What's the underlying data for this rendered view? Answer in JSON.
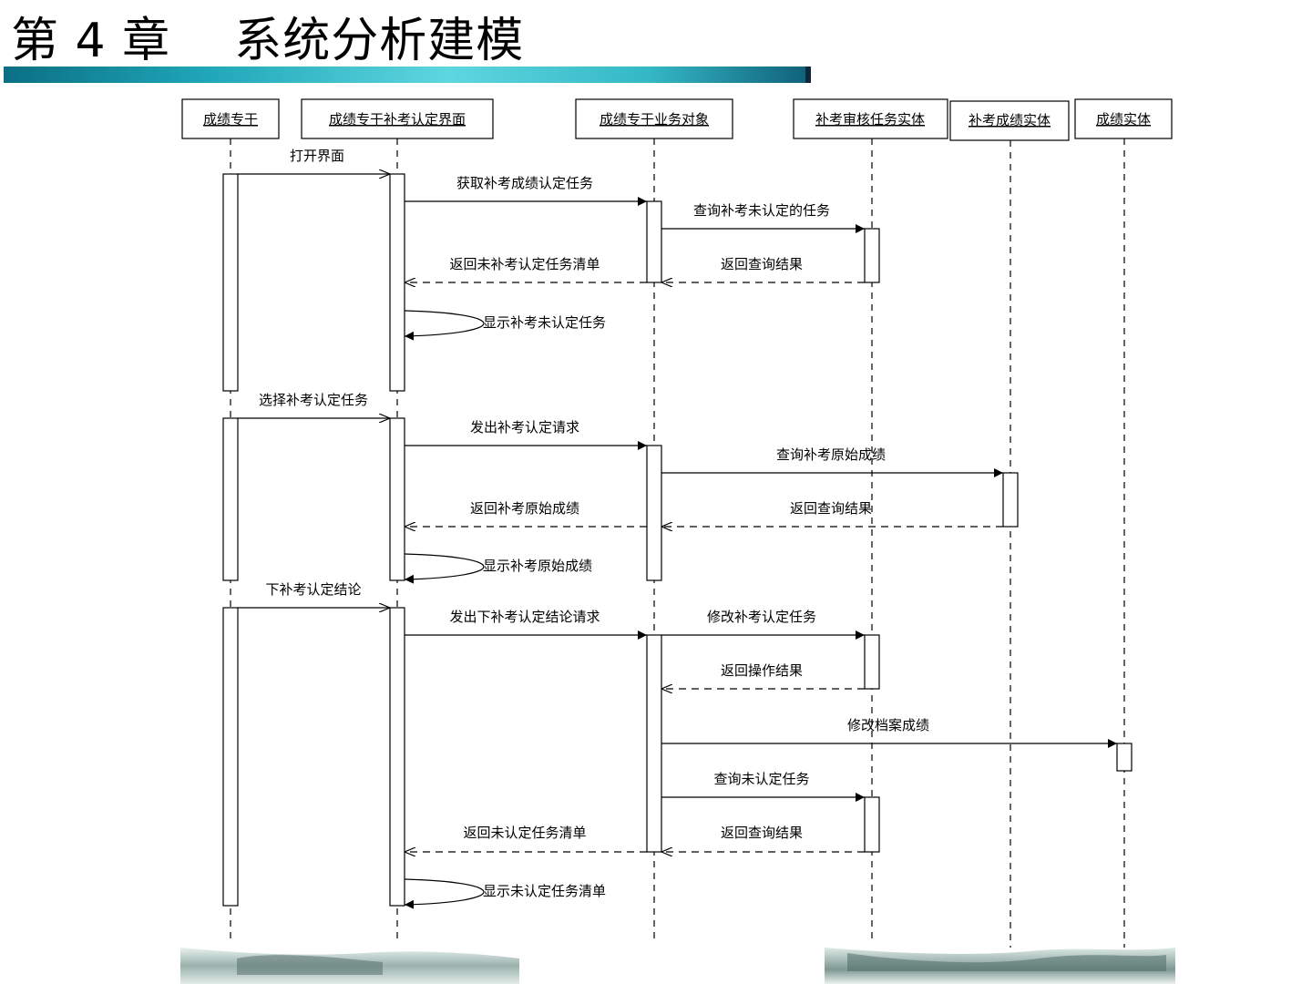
{
  "slide": {
    "title": "第 4 章    系统分析建模"
  },
  "lifelines": [
    {
      "id": "L1",
      "label": "成绩专干"
    },
    {
      "id": "L2",
      "label": "成绩专干补考认定界面"
    },
    {
      "id": "L3",
      "label": "成绩专干业务对象"
    },
    {
      "id": "L4",
      "label": "补考审核任务实体"
    },
    {
      "id": "L5",
      "label": "补考成绩实体"
    },
    {
      "id": "L6",
      "label": "成绩实体"
    }
  ],
  "messages": [
    {
      "label": "打开界面",
      "from": "L1",
      "to": "L2",
      "kind": "call"
    },
    {
      "label": "获取补考成绩认定任务",
      "from": "L2",
      "to": "L3",
      "kind": "call"
    },
    {
      "label": "查询补考未认定的任务",
      "from": "L3",
      "to": "L4",
      "kind": "call"
    },
    {
      "label": "返回查询结果",
      "from": "L4",
      "to": "L3",
      "kind": "return"
    },
    {
      "label": "返回未补考认定任务清单",
      "from": "L3",
      "to": "L2",
      "kind": "return"
    },
    {
      "label": "显示补考未认定任务",
      "from": "L2",
      "to": "L2",
      "kind": "self"
    },
    {
      "label": "选择补考认定任务",
      "from": "L1",
      "to": "L2",
      "kind": "call"
    },
    {
      "label": "发出补考认定请求",
      "from": "L2",
      "to": "L3",
      "kind": "call"
    },
    {
      "label": "查询补考原始成绩",
      "from": "L3",
      "to": "L5",
      "kind": "call"
    },
    {
      "label": "返回查询结果",
      "from": "L5",
      "to": "L3",
      "kind": "return"
    },
    {
      "label": "返回补考原始成绩",
      "from": "L3",
      "to": "L2",
      "kind": "return"
    },
    {
      "label": "显示补考原始成绩",
      "from": "L2",
      "to": "L2",
      "kind": "self"
    },
    {
      "label": "下补考认定结论",
      "from": "L1",
      "to": "L2",
      "kind": "call"
    },
    {
      "label": "发出下补考认定结论请求",
      "from": "L2",
      "to": "L3",
      "kind": "call"
    },
    {
      "label": "修改补考认定任务",
      "from": "L3",
      "to": "L4",
      "kind": "call"
    },
    {
      "label": "返回操作结果",
      "from": "L4",
      "to": "L3",
      "kind": "return"
    },
    {
      "label": "修改档案成绩",
      "from": "L3",
      "to": "L6",
      "kind": "call"
    },
    {
      "label": "查询未认定任务",
      "from": "L3",
      "to": "L4",
      "kind": "call"
    },
    {
      "label": "返回查询结果",
      "from": "L4",
      "to": "L3",
      "kind": "return"
    },
    {
      "label": "返回未认定任务清单",
      "from": "L3",
      "to": "L2",
      "kind": "return"
    },
    {
      "label": "显示未认定任务清单",
      "from": "L2",
      "to": "L2",
      "kind": "self"
    }
  ]
}
